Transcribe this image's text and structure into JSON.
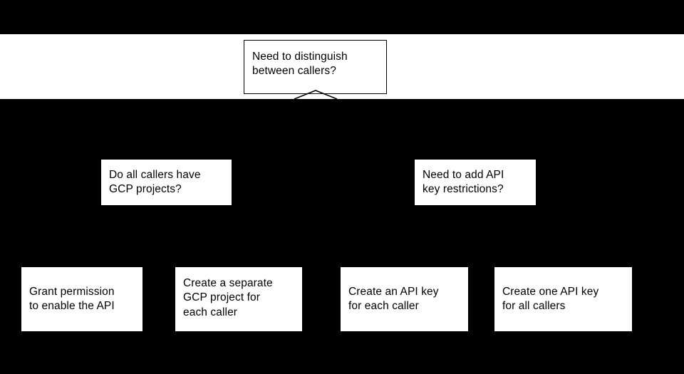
{
  "diagram": {
    "title": "API access decision flowchart",
    "background_color": "#000000",
    "node_fill_color": "#ffffff",
    "node_text_color": "#000000",
    "band_color": "#ffffff"
  },
  "nodes": {
    "root": {
      "id": "need-to-distinguish-between-callers",
      "shape": "rectangle",
      "bordered": true,
      "text": "Need to distinguish\nbetween callers?"
    },
    "gcp_projects": {
      "id": "do-all-callers-have-gcp-projects",
      "shape": "rectangle",
      "bordered": false,
      "text": "Do all callers have\nGCP projects?"
    },
    "key_restrictions": {
      "id": "need-to-add-api-key-restrictions",
      "shape": "rectangle",
      "bordered": false,
      "text": "Need to add API\nkey restrictions?"
    },
    "grant_permission": {
      "id": "grant-permission-to-enable-the-api",
      "shape": "rectangle",
      "bordered": false,
      "text": "Grant permission\nto enable the API"
    },
    "separate_project": {
      "id": "create-a-separate-gcp-project-for-each-caller",
      "shape": "rectangle",
      "bordered": false,
      "text": "Create a separate\nGCP project for\neach caller"
    },
    "key_each_caller": {
      "id": "create-an-api-key-for-each-caller",
      "shape": "rectangle",
      "bordered": false,
      "text": "Create an API key\nfor each caller"
    },
    "key_all_callers": {
      "id": "create-one-api-key-for-all-callers",
      "shape": "rectangle",
      "bordered": false,
      "text": "Create one API key\nfor all callers"
    }
  },
  "edges": [
    {
      "from": "root",
      "to": "gcp_projects",
      "label": ""
    },
    {
      "from": "root",
      "to": "key_restrictions",
      "label": ""
    },
    {
      "from": "gcp_projects",
      "to": "grant_permission",
      "label": ""
    },
    {
      "from": "gcp_projects",
      "to": "separate_project",
      "label": ""
    },
    {
      "from": "key_restrictions",
      "to": "key_each_caller",
      "label": ""
    },
    {
      "from": "key_restrictions",
      "to": "key_all_callers",
      "label": ""
    }
  ]
}
